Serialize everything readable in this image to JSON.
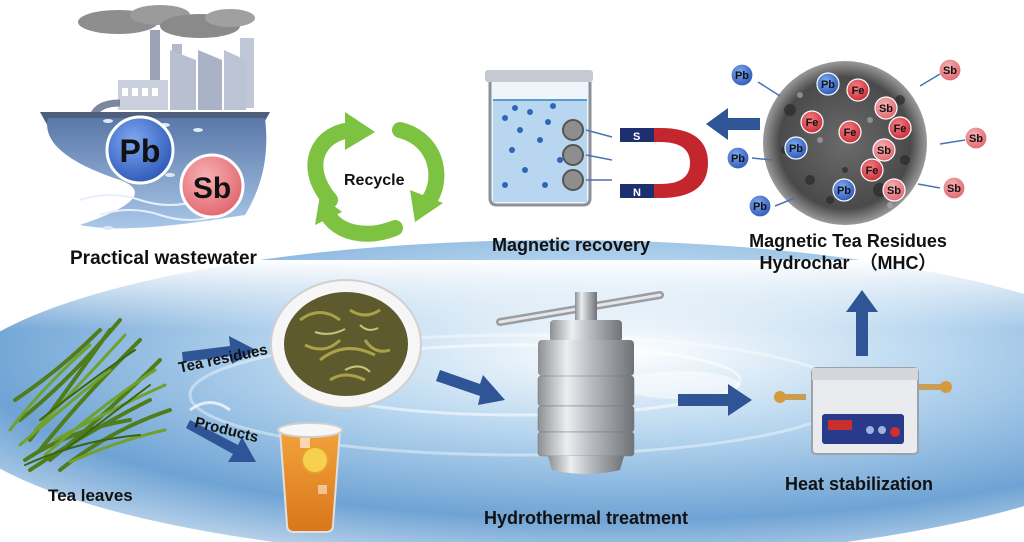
{
  "labels": {
    "practical_wastewater": "Practical wastewater",
    "recycle": "Recycle",
    "magnetic_recovery": "Magnetic recovery",
    "mhc_line1": "Magnetic Tea Residues",
    "mhc_line2": "Hydrochar  （MHC）",
    "tea_residues": "Tea residues",
    "products": "Products",
    "tea_leaves": "Tea leaves",
    "hydrothermal_treatment": "Hydrothermal treatment",
    "heat_stabilization": "Heat stabilization"
  },
  "ions": {
    "pb": "Pb",
    "sb": "Sb",
    "fe": "Fe"
  },
  "magnet_poles": {
    "north": "N",
    "south": "S"
  },
  "colors": {
    "pb_blue": "#2f5fc4",
    "sb_red": "#e9737a",
    "fe_red": "#d9343d",
    "arrow_blue": "#2f5597",
    "recycle_green": "#7ec242",
    "water_blue": "#5d9ad1"
  }
}
